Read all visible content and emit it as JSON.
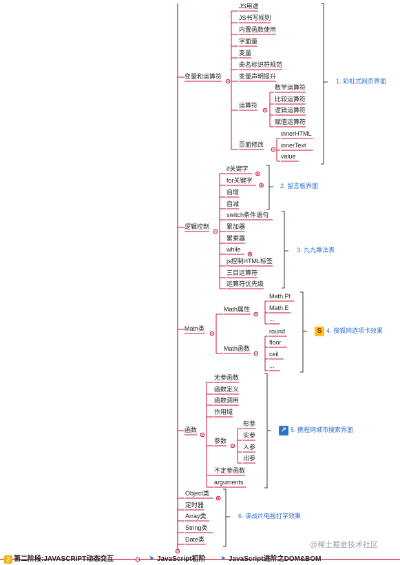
{
  "colors": {
    "branch": "#c8102e",
    "bracket": "#333333",
    "task": "#2f6fd0"
  },
  "groups": [
    {
      "id": "g1",
      "label": "变量和运算符",
      "children": [
        {
          "label": "JS用途"
        },
        {
          "label": "JS书写规则"
        },
        {
          "label": "内置函数使用"
        },
        {
          "label": "字面量"
        },
        {
          "label": "变量"
        },
        {
          "label": "命名标识符规范"
        },
        {
          "label": "变量声明提升"
        },
        {
          "label": "运算符",
          "children": [
            {
              "label": "数学运算符"
            },
            {
              "label": "比较运算符"
            },
            {
              "label": "逻辑运算符"
            },
            {
              "label": "赋值运算符"
            }
          ]
        },
        {
          "label": "页面修改",
          "children": [
            {
              "label": "innerHTML"
            },
            {
              "label": "innerText"
            },
            {
              "label": "value"
            }
          ]
        }
      ]
    },
    {
      "id": "g2",
      "label": "逻辑控制",
      "children": [
        {
          "label": "if关键字",
          "collapsed": true
        },
        {
          "label": "for关键字",
          "collapsed": true
        },
        {
          "label": "自增"
        },
        {
          "label": "自减"
        },
        {
          "label": "switch条件语句"
        },
        {
          "label": "累加器"
        },
        {
          "label": "累乘器"
        },
        {
          "label": "while",
          "collapsed": true
        },
        {
          "label": "js控制HTML标签"
        },
        {
          "label": "三目运算符"
        },
        {
          "label": "运算符优先级"
        }
      ]
    },
    {
      "id": "g3",
      "label": "Math类",
      "children": [
        {
          "label": "Math属性",
          "children": [
            {
              "label": "Math.PI"
            },
            {
              "label": "Math.E"
            },
            {
              "label": "..."
            }
          ]
        },
        {
          "label": "Math函数",
          "children": [
            {
              "label": "round"
            },
            {
              "label": "floor"
            },
            {
              "label": "ceil"
            },
            {
              "label": "..."
            }
          ]
        }
      ]
    },
    {
      "id": "g4",
      "label": "函数",
      "children": [
        {
          "label": "无参函数"
        },
        {
          "label": "函数定义"
        },
        {
          "label": "函数调用"
        },
        {
          "label": "作用域"
        },
        {
          "label": "参数",
          "children": [
            {
              "label": "形参"
            },
            {
              "label": "实参"
            },
            {
              "label": "入参"
            },
            {
              "label": "出参"
            }
          ]
        },
        {
          "label": "不定参函数"
        },
        {
          "label": "arguments"
        }
      ]
    },
    {
      "id": "g5",
      "label": "",
      "children": [
        {
          "label": "Object类",
          "collapsed": true
        },
        {
          "label": "定时器"
        },
        {
          "label": "Array类"
        },
        {
          "label": "String类"
        },
        {
          "label": "Date类"
        }
      ]
    }
  ],
  "tasks": [
    {
      "label": "1. 彩虹式网页界面",
      "icon": ""
    },
    {
      "label": "2. 留言板界面",
      "icon": ""
    },
    {
      "label": "3. 九九乘法表",
      "icon": ""
    },
    {
      "label": "4. 搜狐网选项卡效果",
      "icon": "S"
    },
    {
      "label": "5. 携程网城市搜索界面",
      "icon": "map-icon"
    },
    {
      "label": "6. 谍战片电报打字效果",
      "icon": ""
    }
  ],
  "bottom": {
    "badge": "2",
    "stage": "第二阶段:JAVASCRIPT动态交互",
    "node1": "JavaScript初阶",
    "node2": "JavaScript进阶之DOM&BOM"
  },
  "watermark": "@稀土掘金技术社区"
}
